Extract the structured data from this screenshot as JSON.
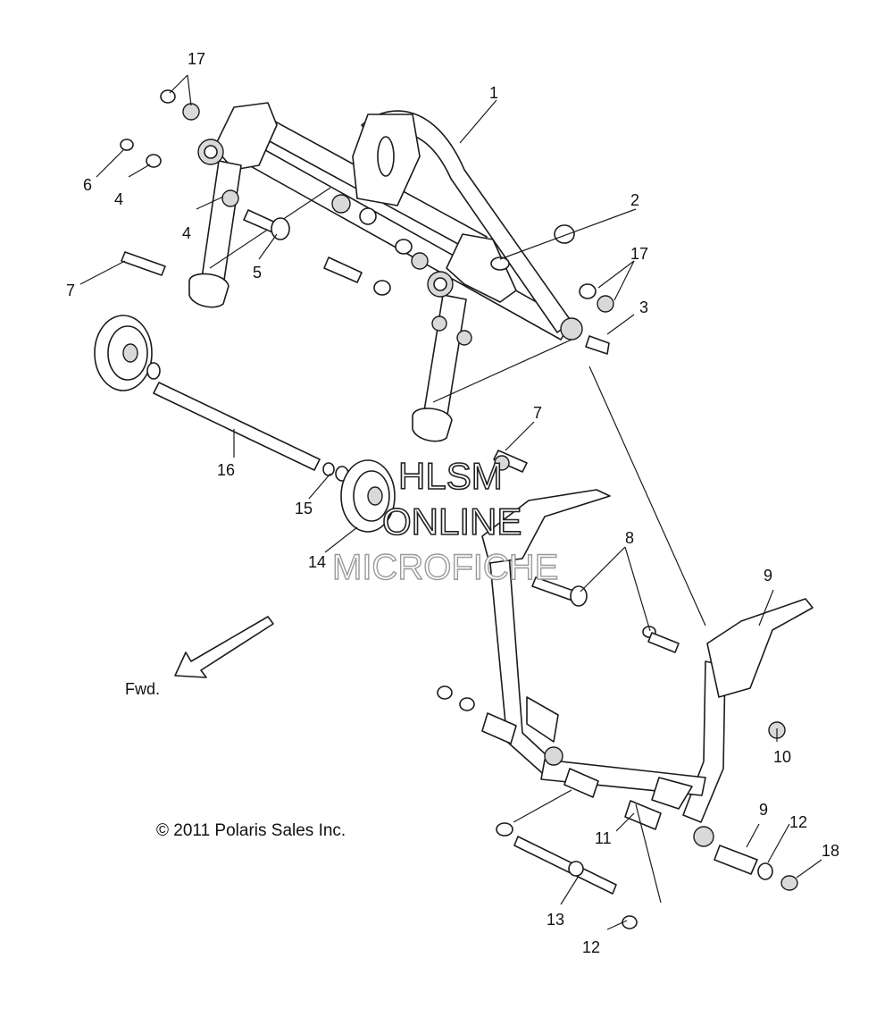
{
  "diagram": {
    "callouts": [
      "1",
      "2",
      "3",
      "4",
      "4",
      "5",
      "6",
      "7",
      "7",
      "8",
      "9",
      "9",
      "10",
      "11",
      "12",
      "12",
      "13",
      "14",
      "15",
      "16",
      "17",
      "17",
      "18"
    ],
    "direction_label": "Fwd.",
    "copyright": "© 2011 Polaris Sales Inc.",
    "watermark": {
      "line1": "HLSM",
      "line2": "ONLINE",
      "line3": "MICROFICHE"
    }
  }
}
